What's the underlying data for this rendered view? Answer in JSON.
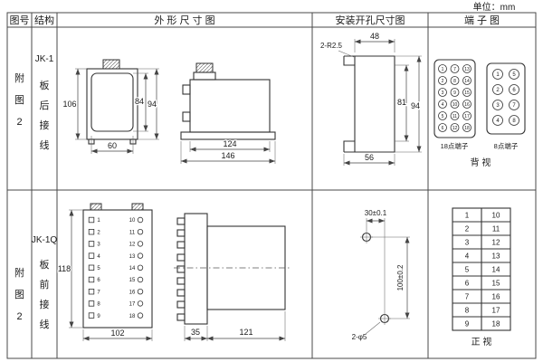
{
  "unit_label": "单位：mm",
  "header": {
    "fig_no": "图号",
    "structure": "结构",
    "outline": "外 形 尺 寸 图",
    "mounting": "安装开孔尺寸图",
    "terminal": "端 子 图"
  },
  "row1": {
    "fig": [
      "附",
      "图",
      "2"
    ],
    "model": "JK-1",
    "wiring": [
      "板",
      "后",
      "接",
      "线"
    ],
    "outline_dims": {
      "height": "106",
      "inner_height": "84",
      "total_height": "94",
      "width": "60",
      "body_depth": "124",
      "total_depth": "146"
    },
    "mounting_dims": {
      "radius": "2-R2.5",
      "width": "48",
      "inner_height": "81",
      "height": "94",
      "depth": "56"
    },
    "terminal": {
      "label18": "18点端子",
      "label8": "8点端子",
      "view": "背 视",
      "points18": [
        "1",
        "7",
        "13",
        "2",
        "8",
        "14",
        "3",
        "9",
        "15",
        "4",
        "10",
        "16",
        "5",
        "11",
        "17",
        "6",
        "12",
        "18"
      ],
      "points8": [
        "1",
        "5",
        "2",
        "6",
        "3",
        "7",
        "4",
        "8"
      ]
    }
  },
  "row2": {
    "fig": [
      "附",
      "图",
      "2"
    ],
    "model": "JK-1Q",
    "wiring": [
      "板",
      "前",
      "接",
      "线"
    ],
    "outline_dims": {
      "height": "118",
      "width": "102",
      "flange_depth": "35",
      "body_depth": "121"
    },
    "front_terminals_left": [
      "1",
      "2",
      "3",
      "4",
      "5",
      "6",
      "7",
      "8",
      "9"
    ],
    "front_terminals_right": [
      "10",
      "11",
      "12",
      "13",
      "14",
      "15",
      "16",
      "17",
      "18"
    ],
    "mounting_dims": {
      "hole_spacing_h": "30±0.1",
      "hole_spacing_v": "100±0.2",
      "holes": "2-φ5"
    },
    "terminal": {
      "view": "正 视",
      "cells": [
        "1",
        "10",
        "2",
        "11",
        "3",
        "12",
        "4",
        "13",
        "5",
        "14",
        "6",
        "15",
        "7",
        "16",
        "8",
        "17",
        "9",
        "18"
      ]
    }
  }
}
